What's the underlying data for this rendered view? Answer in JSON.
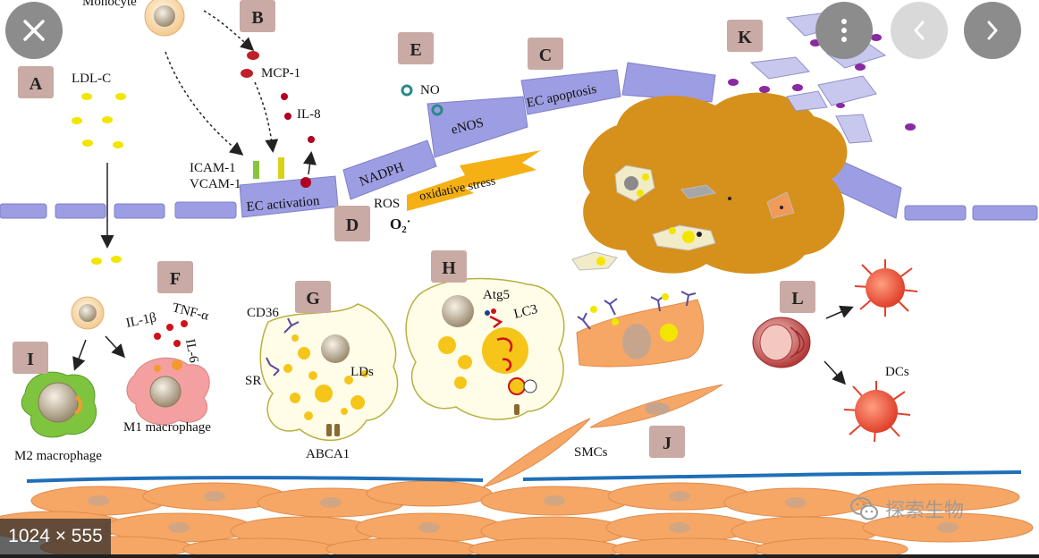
{
  "viewer": {
    "close_icon": "close-icon",
    "more_icon": "more-vertical-icon",
    "prev_icon": "chevron-left-icon",
    "next_icon": "chevron-right-icon",
    "dimensions": "1024 × 555",
    "watermark": "探索生物"
  },
  "figure": {
    "panels": {
      "A": "A",
      "B": "B",
      "C": "C",
      "D": "D",
      "E": "E",
      "F": "F",
      "G": "G",
      "H": "H",
      "I": "I",
      "J": "J",
      "K": "K",
      "L": "L"
    },
    "labels": {
      "monocyte": "Monocyte",
      "ldl_c": "LDL-C",
      "mcp1": "MCP-1",
      "il8": "IL-8",
      "icam1": "ICAM-1",
      "vcam1": "VCAM-1",
      "ec_activation": "EC activation",
      "no": "NO",
      "enos": "eNOS",
      "nadph": "NADPH",
      "ec_apoptosis": "EC apoptosis",
      "oxidative_stress": "oxidative stress",
      "ros": "ROS",
      "o2": "O",
      "o2_sub": "2",
      "o2_dot": "·",
      "il1b": "IL-1β",
      "tnfa": "TNF-α",
      "il6": "IL-6",
      "m1_macrophage": "M1 macrophage",
      "m2_macrophage": "M2 macrophage",
      "cd36": "CD36",
      "sr": "SR",
      "lds": "LDs",
      "abca1": "ABCA1",
      "atg5": "Atg5",
      "lc3": "LC3",
      "smcs": "SMCs",
      "dcs": "DCs"
    },
    "colors": {
      "endothelium": "#9d9de3",
      "label_box": "#c9aaa4",
      "plaque": "#d6901c",
      "lipid": "#f2e600",
      "smc": "#f6a766",
      "membrane": "#1f6fb8",
      "red_dot": "#b00020"
    }
  }
}
